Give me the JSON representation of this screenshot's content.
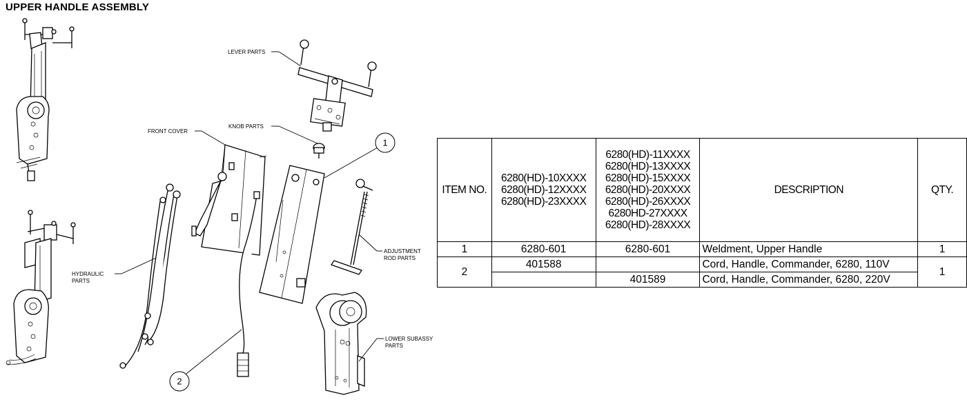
{
  "title": "UPPER HANDLE ASSEMBLY",
  "callouts": {
    "lever_parts": "LEVER PARTS",
    "knob_parts": "KNOB PARTS",
    "front_cover": "FRONT COVER",
    "hydraulic_1": "HYDRAULIC",
    "hydraulic_2": "PARTS",
    "adjustment_1": "ADJUSTMENT",
    "adjustment_2": "ROD PARTS",
    "lower_1": "LOWER SUBASSY",
    "lower_2": "PARTS",
    "balloon_1": "1",
    "balloon_2": "2"
  },
  "bom": {
    "headers": {
      "item_no": "ITEM NO.",
      "col_a": [
        "6280(HD)-10XXXX",
        "6280(HD)-12XXXX",
        "6280(HD)-23XXXX"
      ],
      "col_b": [
        "6280(HD)-11XXXX",
        "6280(HD)-13XXXX",
        "6280(HD)-15XXXX",
        "6280(HD)-20XXXX",
        "6280(HD)-26XXXX",
        "6280HD-27XXXX",
        "6280(HD)-28XXXX"
      ],
      "description": "DESCRIPTION",
      "qty": "QTY."
    },
    "rows": [
      {
        "item": "1",
        "a": "6280-601",
        "b": "6280-601",
        "desc": "Weldment, Upper Handle",
        "qty": "1"
      },
      {
        "item": "2",
        "a": "401588",
        "b": "",
        "desc": "Cord, Handle, Commander, 6280, 110V",
        "qty": "1"
      },
      {
        "item": "",
        "a": "",
        "b": "401589",
        "desc": "Cord, Handle, Commander, 6280, 220V",
        "qty": ""
      }
    ]
  }
}
